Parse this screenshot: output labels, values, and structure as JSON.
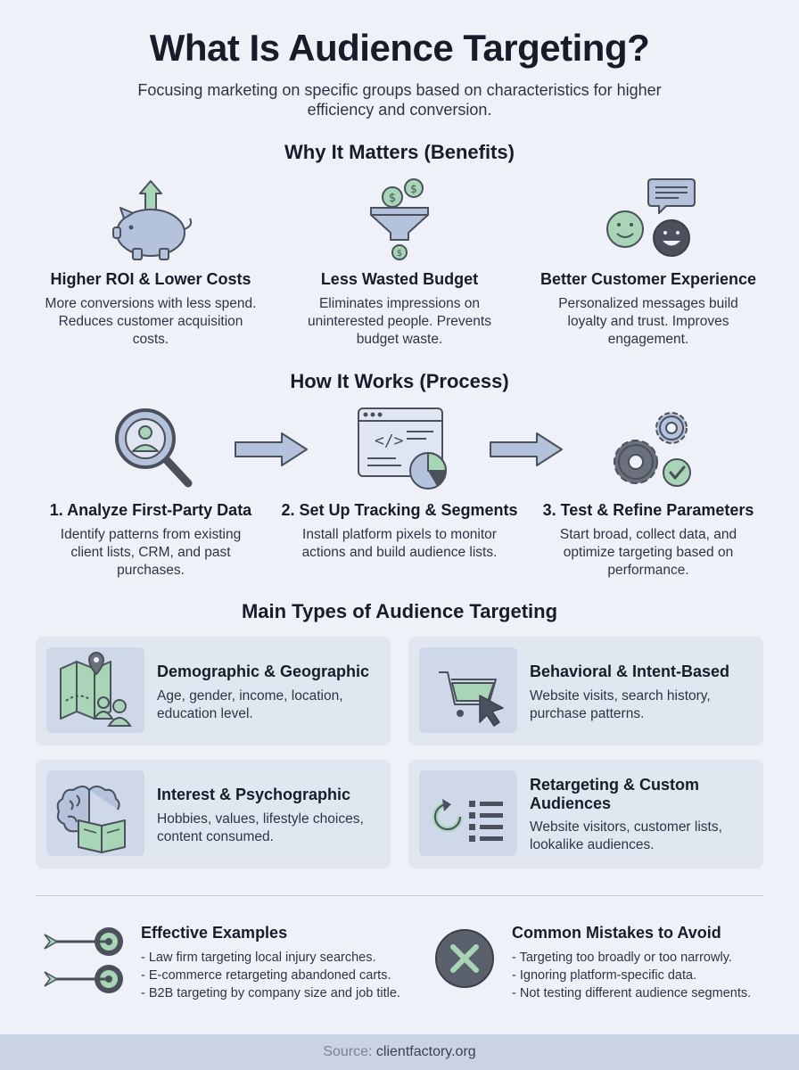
{
  "title": "What Is Audience Targeting?",
  "subtitle": "Focusing marketing on specific groups based on characteristics for higher efficiency and conversion.",
  "benefits": {
    "heading": "Why It Matters (Benefits)",
    "items": [
      {
        "icon": "piggy-bank-icon",
        "title": "Higher ROI & Lower Costs",
        "desc": "More conversions with less spend. Reduces customer acquisition costs."
      },
      {
        "icon": "funnel-coins-icon",
        "title": "Less Wasted Budget",
        "desc": "Eliminates impressions on uninterested people. Prevents budget waste."
      },
      {
        "icon": "happy-faces-chat-icon",
        "title": "Better Customer Experience",
        "desc": "Personalized messages build loyalty and trust. Improves engagement."
      }
    ]
  },
  "process": {
    "heading": "How It Works (Process)",
    "steps": [
      {
        "icon": "magnifier-user-icon",
        "title": "1. Analyze First-Party Data",
        "desc": "Identify patterns from existing client lists, CRM, and past purchases."
      },
      {
        "icon": "code-window-chart-icon",
        "title": "2. Set Up Tracking & Segments",
        "desc": "Install platform pixels to monitor actions and build audience lists."
      },
      {
        "icon": "gears-check-icon",
        "title": "3. Test & Refine Parameters",
        "desc": "Start broad, collect data, and optimize targeting based on performance."
      }
    ]
  },
  "types": {
    "heading": "Main Types of Audience Targeting",
    "cards": [
      {
        "icon": "map-pin-people-icon",
        "title": "Demographic & Geographic",
        "desc": "Age, gender, income, location, education level."
      },
      {
        "icon": "cart-cursor-icon",
        "title": "Behavioral & Intent-Based",
        "desc": "Website visits, search history, purchase patterns."
      },
      {
        "icon": "brain-book-icon",
        "title": "Interest & Psychographic",
        "desc": "Hobbies, values, lifestyle choices, content consumed."
      },
      {
        "icon": "refresh-list-icon",
        "title": "Retargeting & Custom Audiences",
        "desc": "Website visitors, customer lists, lookalike audiences."
      }
    ]
  },
  "examples": {
    "title": "Effective Examples",
    "items": [
      "- Law firm targeting local injury searches.",
      "- E-commerce retargeting abandoned carts.",
      "- B2B targeting by company size and job title."
    ]
  },
  "mistakes": {
    "title": "Common Mistakes to Avoid",
    "items": [
      "- Targeting too broadly or too narrowly.",
      "- Ignoring platform-specific data.",
      "- Not testing different audience segments."
    ]
  },
  "footer": {
    "label": "Source:",
    "value": "clientfactory.org"
  },
  "colors": {
    "green": "#a8d5b5",
    "blue": "#b4c2dc",
    "dark": "#4a505c",
    "background": "#eef2f8"
  }
}
